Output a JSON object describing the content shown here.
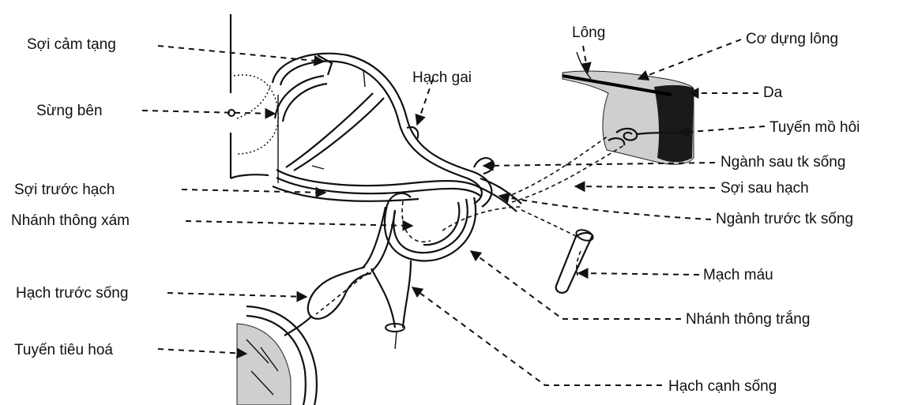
{
  "labels": {
    "soi_cam_tang": "Sợi cảm tạng",
    "sung_ben": "Sừng bên",
    "soi_truoc_hach": "Sợi trước hạch",
    "nhanh_thong_xam": "Nhánh thông xám",
    "hach_truoc_song": "Hạch trước sống",
    "tuyen_tieu_hoa": "Tuyến tiêu hoá",
    "hach_gai": "Hạch gai",
    "long": "Lông",
    "co_dung_long": "Cơ dựng lông",
    "da": "Da",
    "tuyen_mo_hoi": "Tuyến mồ hôi",
    "nganh_sau_tk_song": "Ngành sau tk sống",
    "soi_sau_hach": "Sợi sau hạch",
    "nganh_truoc_tk_song": "Ngành trước tk sống",
    "mach_mau": "Mạch máu",
    "nhanh_thong_trang": "Nhánh thông trắng",
    "hach_canh_song": "Hạch cạnh sống"
  },
  "icons": {
    "arrowhead": "arrowhead-icon"
  }
}
